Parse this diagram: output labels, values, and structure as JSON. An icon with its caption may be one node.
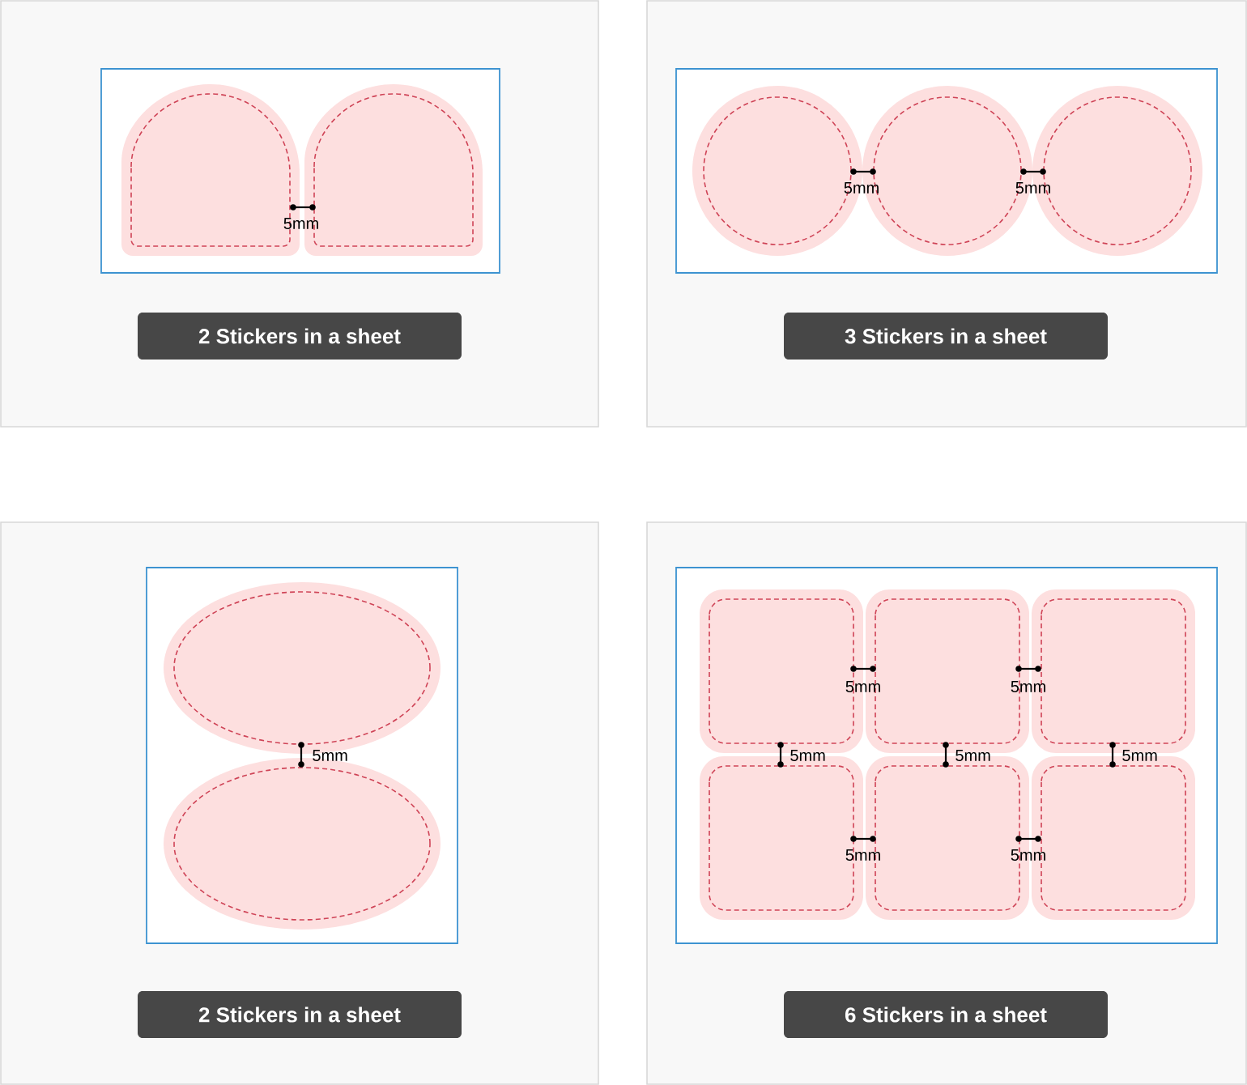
{
  "diagram": {
    "nodes": [
      {
        "text": [
          "2 Stickers in a sheet"
        ]
      },
      {
        "text": [
          "3 Stickers in a sheet"
        ]
      },
      {
        "text": [
          "2 Stickers in a sheet"
        ]
      },
      {
        "text": [
          "6 Stickers in a sheet"
        ]
      }
    ],
    "labels": [
      "5mm",
      "5mm",
      "5mm",
      "5mm",
      "5mm",
      "5mm",
      "5mm",
      "5mm",
      "5mm",
      "5mm",
      "5mm"
    ]
  }
}
